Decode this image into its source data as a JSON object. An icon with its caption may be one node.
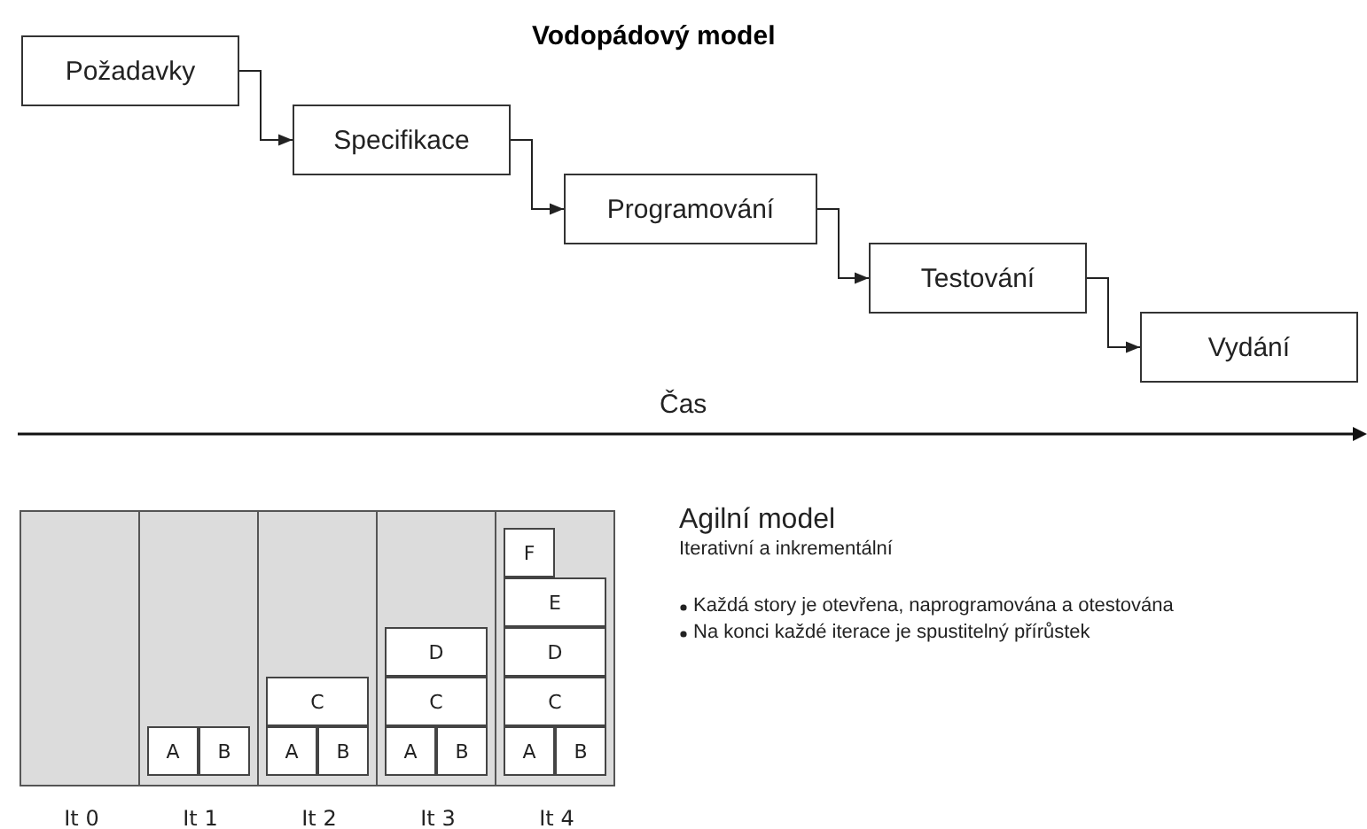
{
  "diagram": {
    "title": "Vodopádový model",
    "nodes": [
      {
        "text": [
          "Požadavky"
        ]
      },
      {
        "text": [
          "Specifikace"
        ]
      },
      {
        "text": [
          "Programování"
        ]
      },
      {
        "text": [
          "Testování"
        ]
      },
      {
        "text": [
          "Vydání"
        ]
      },
      {
        "text": [
          "It 0"
        ]
      },
      {
        "text": [
          "It 1"
        ]
      },
      {
        "text": [
          "It 2"
        ]
      },
      {
        "text": [
          "It 3"
        ]
      },
      {
        "text": [
          "It 4"
        ]
      },
      {
        "text": [
          "A"
        ],
        "in": 6
      },
      {
        "text": [
          "B"
        ],
        "in": 6
      },
      {
        "text": [
          "A"
        ],
        "in": 7
      },
      {
        "text": [
          "B"
        ],
        "in": 7
      },
      {
        "text": [
          "C"
        ],
        "in": 7
      },
      {
        "text": [
          "A"
        ],
        "in": 8
      },
      {
        "text": [
          "B"
        ],
        "in": 8
      },
      {
        "text": [
          "C"
        ],
        "in": 8
      },
      {
        "text": [
          "D"
        ],
        "in": 8
      },
      {
        "text": [
          "A"
        ],
        "in": 9
      },
      {
        "text": [
          "B"
        ],
        "in": 9
      },
      {
        "text": [
          "C"
        ],
        "in": 9
      },
      {
        "text": [
          "D"
        ],
        "in": 9
      },
      {
        "text": [
          "E"
        ],
        "in": 9
      },
      {
        "text": [
          "F"
        ],
        "in": 9
      }
    ],
    "edges": [
      {
        "from": 0,
        "to": 1,
        "arrow": "to"
      },
      {
        "from": 1,
        "to": 2,
        "arrow": "to"
      },
      {
        "from": 2,
        "to": 3,
        "arrow": "to"
      },
      {
        "from": 3,
        "to": 4,
        "arrow": "to"
      }
    ],
    "labels": [
      "Čas",
      "Agilní model",
      "Iterativní a inkrementální",
      "Každá story je otevřena, naprogramována a otestována",
      "Na konci každé iterace je spustitelný přírůstek"
    ]
  }
}
